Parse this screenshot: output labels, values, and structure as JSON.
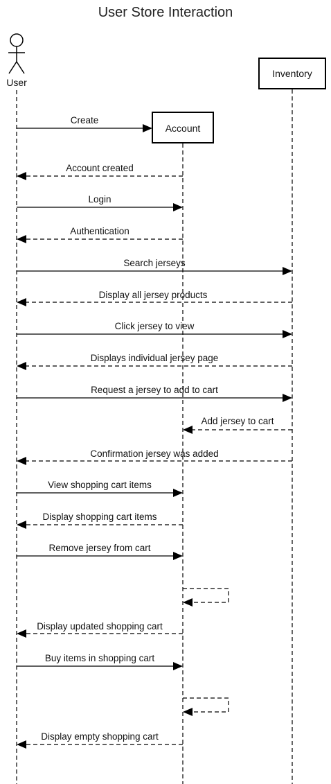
{
  "title": "User Store Interaction",
  "actor": {
    "label": "User"
  },
  "participants": {
    "account": "Account",
    "inventory": "Inventory"
  },
  "messages": [
    {
      "label": "Create",
      "from": "user",
      "to": "account_box",
      "style": "solid"
    },
    {
      "label": "Account created",
      "from": "account",
      "to": "user",
      "style": "dashed"
    },
    {
      "label": "Login",
      "from": "user",
      "to": "account",
      "style": "solid"
    },
    {
      "label": "Authentication",
      "from": "account",
      "to": "user",
      "style": "dashed"
    },
    {
      "label": "Search jerseys",
      "from": "user",
      "to": "inventory",
      "style": "solid"
    },
    {
      "label": "Display all jersey products",
      "from": "inventory",
      "to": "user",
      "style": "dashed"
    },
    {
      "label": "Click jersey to view",
      "from": "user",
      "to": "inventory",
      "style": "solid"
    },
    {
      "label": "Displays individual jersey page",
      "from": "inventory",
      "to": "user",
      "style": "dashed"
    },
    {
      "label": "Request a jersey to add to cart",
      "from": "user",
      "to": "inventory",
      "style": "solid"
    },
    {
      "label": "Add jersey to cart",
      "from": "inventory",
      "to": "account",
      "style": "dashed"
    },
    {
      "label": "Confirmation jersey was added",
      "from": "inventory",
      "to": "user",
      "style": "dashed"
    },
    {
      "label": "View shopping cart items",
      "from": "user",
      "to": "account",
      "style": "solid"
    },
    {
      "label": "Display shopping cart items",
      "from": "account",
      "to": "user",
      "style": "dashed"
    },
    {
      "label": "Remove jersey from cart",
      "from": "user",
      "to": "account",
      "style": "solid"
    },
    {
      "label": "",
      "from": "account",
      "to": "account",
      "style": "dashed"
    },
    {
      "label": "Display updated shopping cart",
      "from": "account",
      "to": "user",
      "style": "dashed"
    },
    {
      "label": "Buy items in shopping cart",
      "from": "user",
      "to": "account",
      "style": "solid"
    },
    {
      "label": "",
      "from": "account",
      "to": "account",
      "style": "dashed"
    },
    {
      "label": "Display empty shopping cart",
      "from": "account",
      "to": "user",
      "style": "dashed"
    }
  ]
}
